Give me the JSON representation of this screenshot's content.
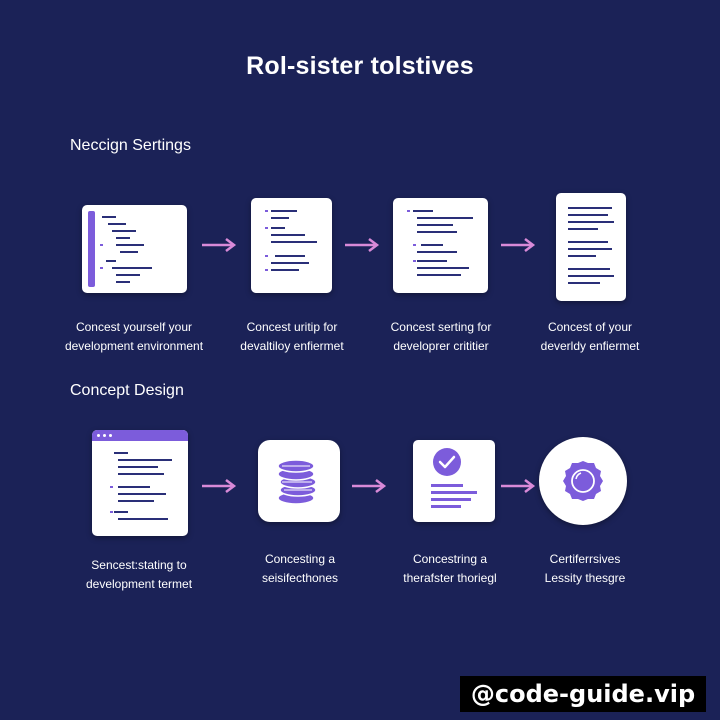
{
  "title": "Rol-sister tolstives",
  "sections": [
    {
      "title": "Neccign Sertings",
      "steps": [
        {
          "caption_line1": "Concest yourself your",
          "caption_line2": "development environment",
          "icon": "code-editor-icon"
        },
        {
          "caption_line1": "Concest uritip for",
          "caption_line2": "devaltiloy enfiermet",
          "icon": "code-document-icon"
        },
        {
          "caption_line1": "Concest serting for",
          "caption_line2": "developrer crititier",
          "icon": "code-document-icon"
        },
        {
          "caption_line1": "Concest of your",
          "caption_line2": "deverldy enfiermet",
          "icon": "text-document-icon"
        }
      ]
    },
    {
      "title": "Concept Design",
      "steps": [
        {
          "caption_line1": "Sencest:stating to",
          "caption_line2": "development termet",
          "icon": "browser-window-icon"
        },
        {
          "caption_line1": "Concesting a",
          "caption_line2": "seisifecthones",
          "icon": "database-icon"
        },
        {
          "caption_line1": "Concestring a",
          "caption_line2": "therafster thoriegl",
          "icon": "checklist-icon"
        },
        {
          "caption_line1": "Certiferrsives",
          "caption_line2": "Lessity thesgre",
          "icon": "badge-icon"
        }
      ]
    }
  ],
  "watermark": "@code-guide.vip",
  "colors": {
    "background": "#1b2257",
    "card": "#ffffff",
    "accent": "#7c5cdb",
    "arrow": "#d98ad8",
    "code_line": "#2a2f78"
  }
}
